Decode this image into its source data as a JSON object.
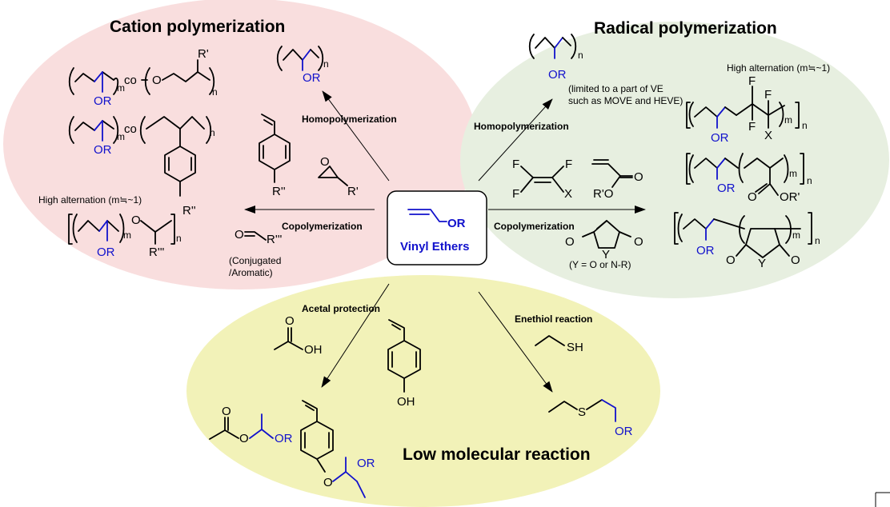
{
  "colors": {
    "cation_region": "#f9dede",
    "radical_region": "#e7efe0",
    "low_molecular_region": "#f2f2b8",
    "cation_title": "#ff1a1a",
    "radical_title": "#1b7a3a",
    "low_molecular_title": "#b8b800",
    "vinyl_ether_blue": "#1111cc"
  },
  "regions": {
    "cation": {
      "title": "Cation polymerization"
    },
    "radical": {
      "title": "Radical polymerization"
    },
    "low_molecular": {
      "title": "Low molecular reaction"
    }
  },
  "center": {
    "label": "Vinyl Ethers",
    "group": "OR"
  },
  "arrows": {
    "cation_homo": "Homopolymerization",
    "cation_copo": "Copolymerization",
    "radical_homo": "Homopolymerization",
    "radical_copo": "Copolymerization",
    "acetal": "Acetal protection",
    "enethiol": "Enethiol reaction"
  },
  "notes": {
    "high_alt_cation": "High alternation (m≒~1)",
    "high_alt_radical": "High alternation (m≒~1)",
    "limited_line1": "(limited to a part of VE",
    "limited_line2": "such as MOVE and HEVE)",
    "conj_line1": "(Conjugated",
    "conj_line2": "/Aromatic)",
    "y_note": "(Y = O or N-R)"
  },
  "atoms": {
    "OR": "OR",
    "co": "co",
    "O": "O",
    "R_prime": "R'",
    "R_dprime": "R''",
    "R_tprime": "R'''",
    "m": "m",
    "n": "n",
    "F": "F",
    "X": "X",
    "Y": "Y",
    "OH": "OH",
    "SH": "SH",
    "S": "S",
    "R_prime_O": "R'O",
    "OR_prime": "OR'"
  }
}
